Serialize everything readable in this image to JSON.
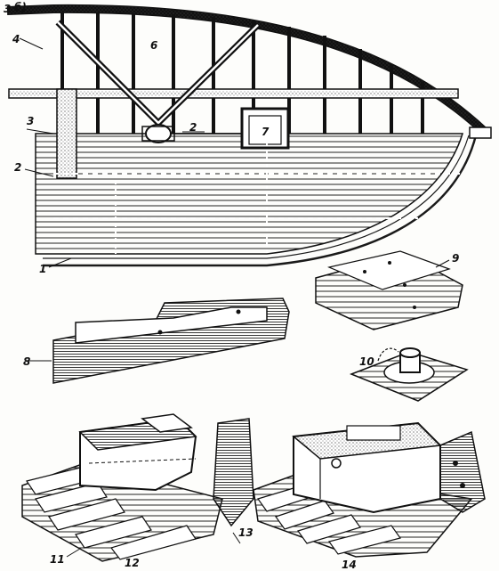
{
  "figure": {
    "panel_letter": "б)",
    "labels": {
      "n1": "1",
      "n2_left": "2",
      "n2_mid": "2",
      "n3_top": "3",
      "n3_left": "3",
      "n4": "4",
      "n6": "6",
      "n7": "7",
      "n8": "8",
      "n9": "9",
      "n10": "10",
      "n11": "11",
      "n12": "12",
      "n13": "13",
      "n14": "14"
    }
  }
}
